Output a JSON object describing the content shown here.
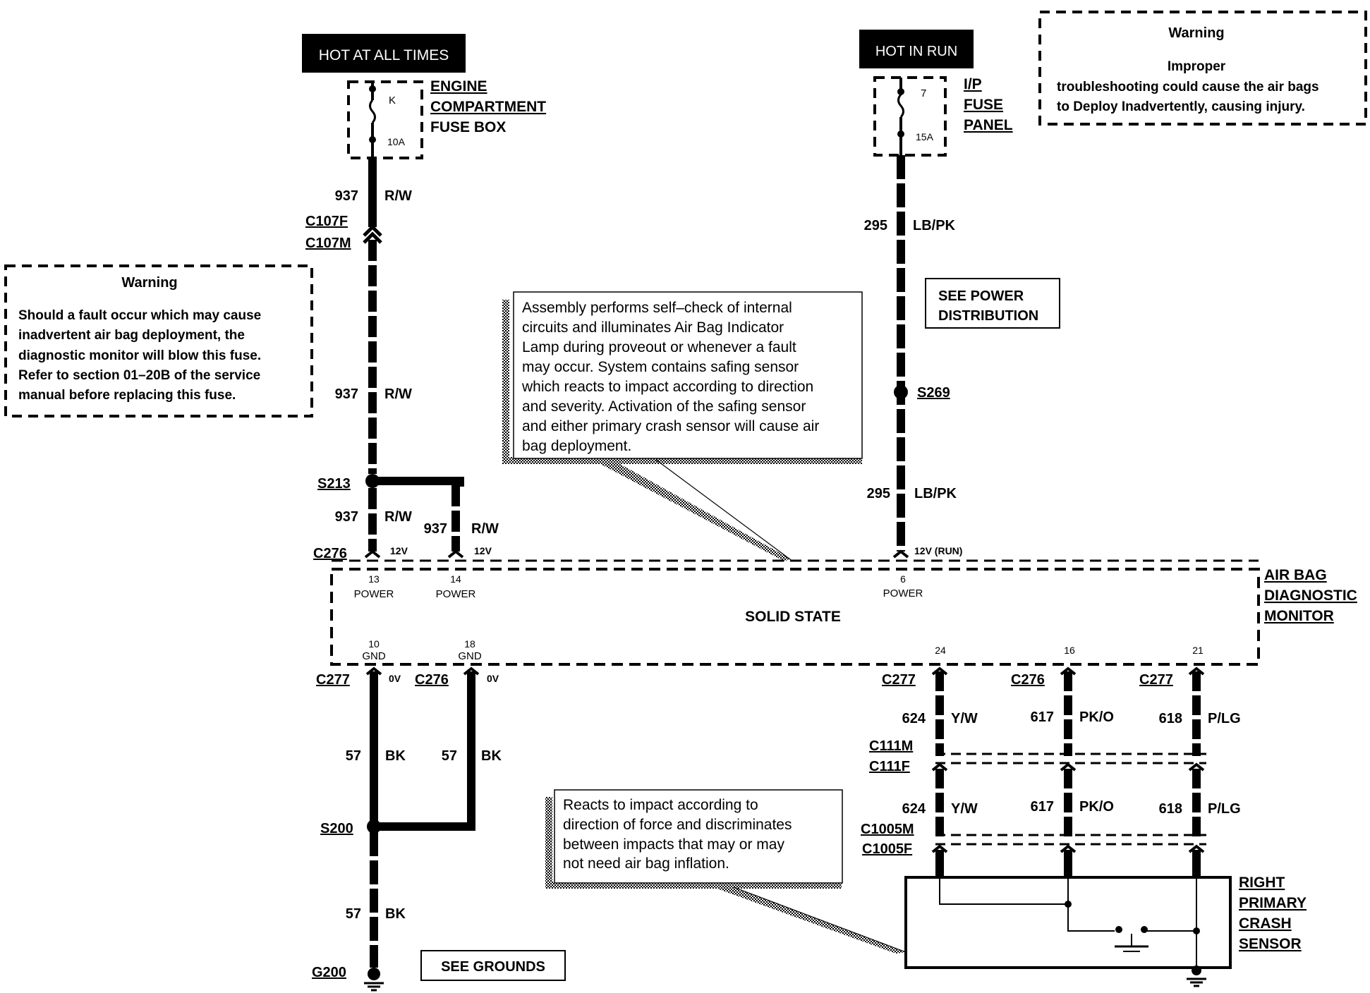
{
  "power_sources": {
    "hot_at_all_times": "HOT AT ALL TIMES",
    "hot_in_run": "HOT IN RUN"
  },
  "fuses": {
    "engine": {
      "id": "K",
      "rating": "10A",
      "label": [
        "ENGINE",
        "COMPARTMENT",
        "FUSE BOX"
      ]
    },
    "ip": {
      "id": "7",
      "rating": "15A",
      "label": [
        "I/P",
        "FUSE",
        "PANEL"
      ]
    }
  },
  "warnings": {
    "top_right": {
      "title": "Warning",
      "lines": [
        "Improper",
        "troubleshooting could cause the air bags",
        "to Deploy Inadvertently, causing injury."
      ]
    },
    "left": {
      "title": "Warning",
      "lines": [
        "Should a fault occur which may cause",
        "inadvertent air bag deployment, the",
        "diagnostic monitor will blow this fuse.",
        "Refer to section 01–20B of the service",
        "manual before replacing this fuse."
      ]
    }
  },
  "notes": {
    "assembly": [
      "Assembly performs self–check of internal",
      "circuits and illuminates Air Bag Indicator",
      "Lamp during proveout or whenever a fault",
      "may occur.  System contains safing sensor",
      "which reacts to impact according to direction",
      "and severity.  Activation of the safing sensor",
      "and either primary crash sensor will cause air",
      "bag deployment."
    ],
    "sensor": [
      "Reacts to impact according to",
      "direction of force and discriminates",
      "between impacts that may or may",
      "not need air bag inflation."
    ]
  },
  "refs": {
    "power_distribution": [
      "SEE POWER",
      "DISTRIBUTION"
    ],
    "grounds": "SEE GROUNDS"
  },
  "connectors": {
    "c107f": "C107F",
    "c107m": "C107M",
    "c276_top": "C276",
    "c277_gnd": "C277",
    "c276_gnd": "C276",
    "c277_24": "C277",
    "c276_16": "C276",
    "c277_21": "C277",
    "c111m": "C111M",
    "c111f": "C111F",
    "c1005m": "C1005M",
    "c1005f": "C1005F"
  },
  "splices": {
    "s213": "S213",
    "s269": "S269",
    "s200": "S200"
  },
  "grounds": {
    "g200": "G200"
  },
  "wires": {
    "w937_top": {
      "num": "937",
      "color": "R/W"
    },
    "w937_mid": {
      "num": "937",
      "color": "R/W"
    },
    "w937_a": {
      "num": "937",
      "color": "R/W"
    },
    "w937_b": {
      "num": "937",
      "color": "R/W"
    },
    "w295_top": {
      "num": "295",
      "color": "LB/PK"
    },
    "w295_bot": {
      "num": "295",
      "color": "LB/PK"
    },
    "w57_a": {
      "num": "57",
      "color": "BK"
    },
    "w57_b": {
      "num": "57",
      "color": "BK"
    },
    "w57_c": {
      "num": "57",
      "color": "BK"
    },
    "w624_a": {
      "num": "624",
      "color": "Y/W"
    },
    "w617_a": {
      "num": "617",
      "color": "PK/O"
    },
    "w618_a": {
      "num": "618",
      "color": "P/LG"
    },
    "w624_b": {
      "num": "624",
      "color": "Y/W"
    },
    "w617_b": {
      "num": "617",
      "color": "PK/O"
    },
    "w618_b": {
      "num": "618",
      "color": "P/LG"
    }
  },
  "voltages": {
    "v12_a": "12V",
    "v12_b": "12V",
    "v12_run": "12V (RUN)",
    "v0_a": "0V",
    "v0_b": "0V"
  },
  "module": {
    "name": [
      "AIR BAG",
      "DIAGNOSTIC",
      "MONITOR"
    ],
    "type": "SOLID STATE",
    "pins": {
      "p13": {
        "num": "13",
        "label": "POWER"
      },
      "p14": {
        "num": "14",
        "label": "POWER"
      },
      "p6": {
        "num": "6",
        "label": "POWER"
      },
      "p10": {
        "num": "10",
        "label": "GND"
      },
      "p18": {
        "num": "18",
        "label": "GND"
      },
      "p24": {
        "num": "24"
      },
      "p16": {
        "num": "16"
      },
      "p21": {
        "num": "21"
      }
    }
  },
  "sensor": {
    "name": [
      "RIGHT",
      "PRIMARY",
      "CRASH",
      "SENSOR"
    ]
  }
}
